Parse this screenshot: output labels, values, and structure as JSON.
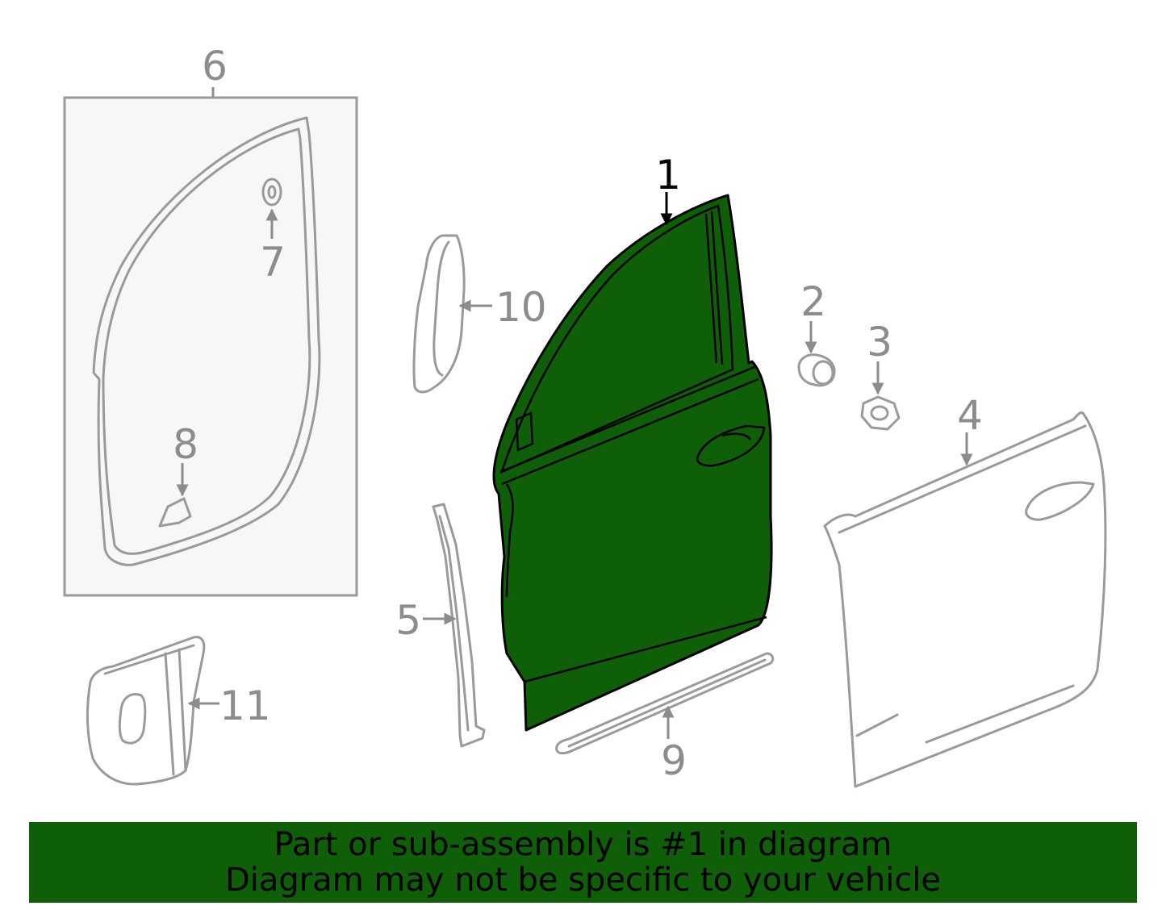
{
  "colors": {
    "highlight": "#0f5e08",
    "part_stroke": "#9a9a9a",
    "label": "#8c8c8c",
    "active_label": "#000000",
    "inset_bg": "#f7f7f7"
  },
  "callouts": {
    "c1": "1",
    "c2": "2",
    "c3": "3",
    "c4": "4",
    "c5": "5",
    "c6": "6",
    "c7": "7",
    "c8": "8",
    "c9": "9",
    "c10": "10",
    "c11": "11"
  },
  "banner": {
    "line1": "Part or sub-assembly is #1 in diagram",
    "line2": "Diagram may not be specific to your vehicle"
  }
}
